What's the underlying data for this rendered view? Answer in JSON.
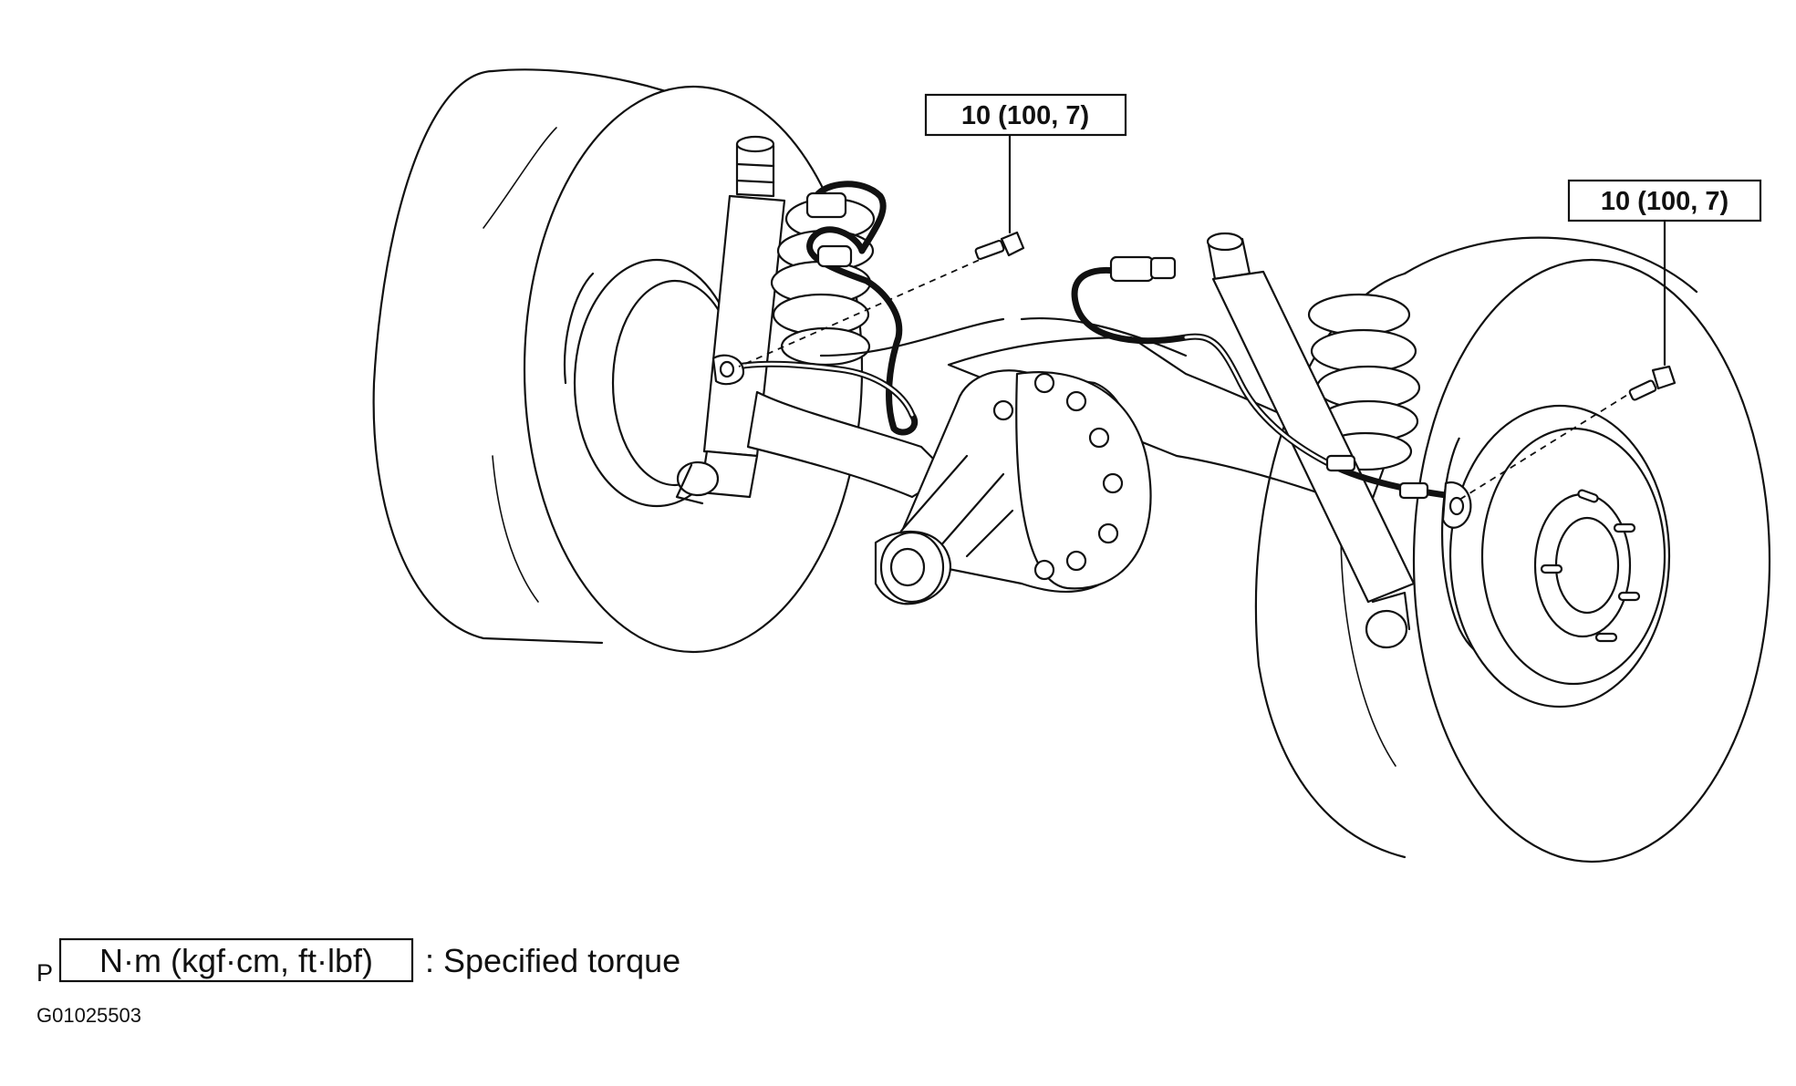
{
  "callouts": [
    {
      "label": "10 (100, 7)"
    },
    {
      "label": "10 (100, 7)"
    }
  ],
  "legend": {
    "marker": "P",
    "units": "N·m (kgf·cm, ft·lbf)",
    "description": ": Specified torque"
  },
  "figure_code": "G01025503"
}
